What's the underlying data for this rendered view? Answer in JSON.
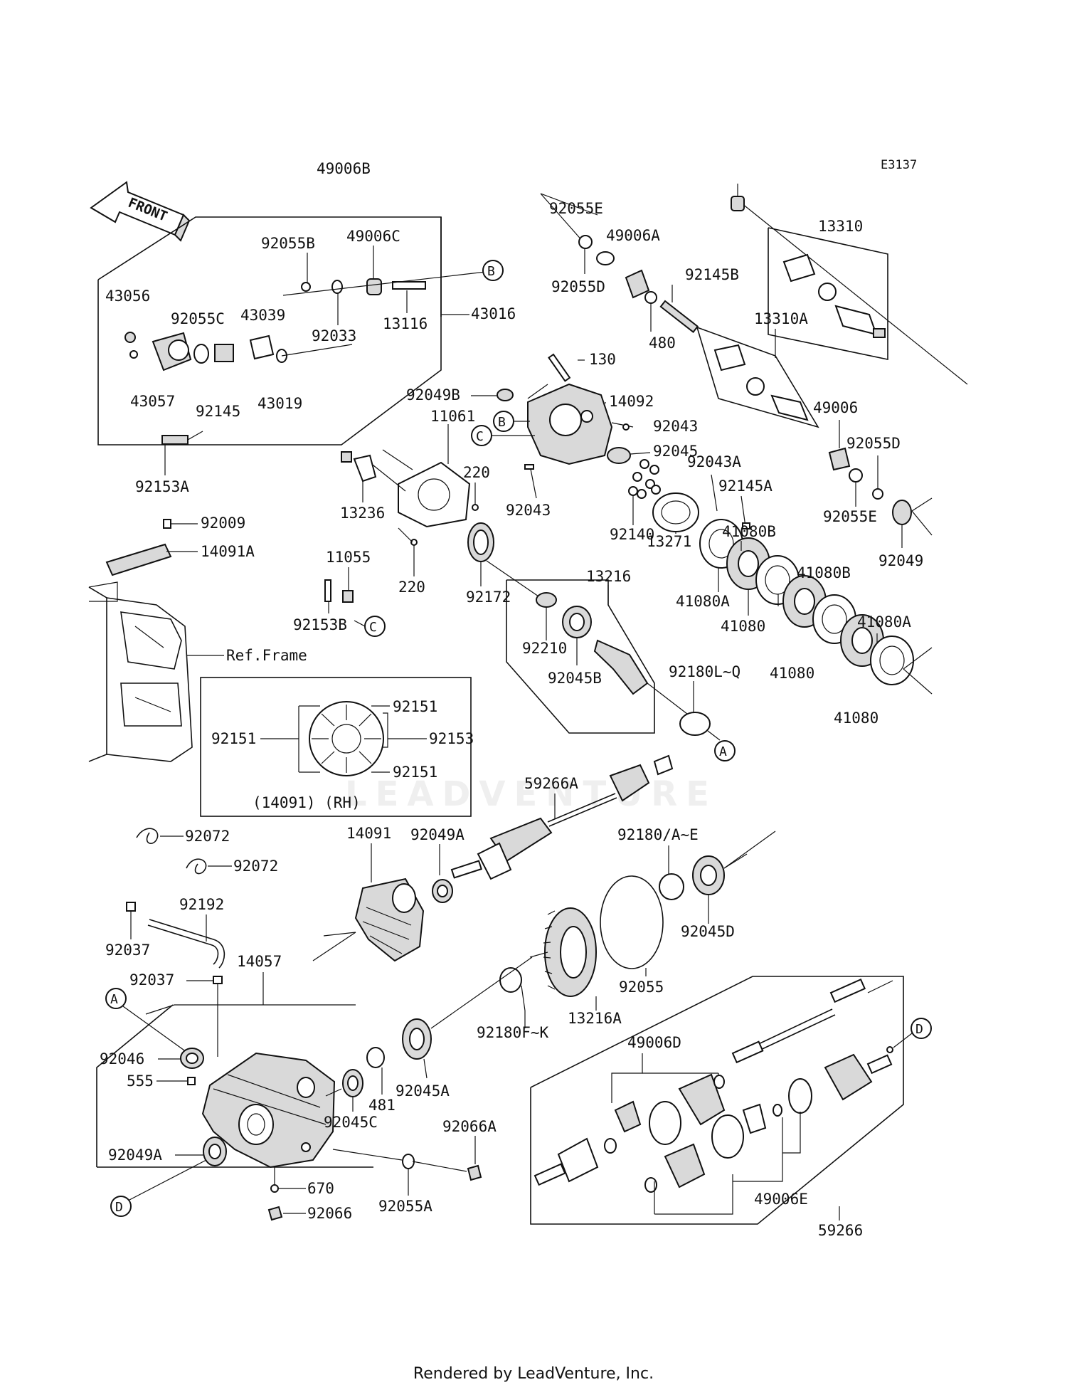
{
  "diagram_code": "E3137",
  "front_arrow": "FRONT",
  "ref_frame": "Ref.Frame",
  "inset_caption": "(14091)  (RH)",
  "watermark": "LEADVENTURE",
  "footer": "Rendered by LeadVenture, Inc.",
  "callouts": [
    "A",
    "B",
    "C",
    "D"
  ],
  "part_labels": {
    "p49006B": "49006B",
    "p13310": "13310",
    "p92055E_top": "92055E",
    "p49006A": "49006A",
    "p92145B": "92145B",
    "p92055D_top": "92055D",
    "p480": "480",
    "p13310A": "13310A",
    "p92055B": "92055B",
    "p49006C": "49006C",
    "p43056": "43056",
    "p92055C": "92055C",
    "p43039": "43039",
    "p92033": "92033",
    "p13116": "13116",
    "p43016": "43016",
    "p43057": "43057",
    "p92145": "92145",
    "p43019": "43019",
    "p92153A": "92153A",
    "p130": "130",
    "p92049B": "92049B",
    "p14092": "14092",
    "p92043_r": "92043",
    "p92045": "92045",
    "p92043_b": "92043",
    "p11061": "11061",
    "p220_t": "220",
    "p13236": "13236",
    "p220_b": "220",
    "p49006": "49006",
    "p92055D_r": "92055D",
    "p92055E_r": "92055E",
    "p92049": "92049",
    "p92043A": "92043A",
    "p92145A": "92145A",
    "p92140": "92140",
    "p13271": "13271",
    "p41080B_1": "41080B",
    "p41080B_2": "41080B",
    "p41080A_1": "41080A",
    "p41080_1": "41080",
    "p41080A_2": "41080A",
    "p41080_2": "41080",
    "p41080_3": "41080",
    "p92009": "92009",
    "p14091A": "14091A",
    "p11055": "11055",
    "p92153B": "92153B",
    "p92172": "92172",
    "p13216": "13216",
    "p92210": "92210",
    "p92045B": "92045B",
    "p92180LQ": "92180L~Q",
    "p92151_t": "92151",
    "p92151_l": "92151",
    "p92153": "92153",
    "p92151_b": "92151",
    "p59266A": "59266A",
    "p92072_1": "92072",
    "p92072_2": "92072",
    "p14091": "14091",
    "p92049A_t": "92049A",
    "p92180AE": "92180/A~E",
    "p92045D": "92045D",
    "p92192": "92192",
    "p92037_1": "92037",
    "p14057": "14057",
    "p92037_2": "92037",
    "p92055": "92055",
    "p13216A": "13216A",
    "p92180FK": "92180F~K",
    "p92046": "92046",
    "p555": "555",
    "p481": "481",
    "p92045A": "92045A",
    "p92045C": "92045C",
    "p92066A": "92066A",
    "p92049A_b": "92049A",
    "p670": "670",
    "p92066": "92066",
    "p92055A": "92055A",
    "p49006D": "49006D",
    "p49006E": "49006E",
    "p59266": "59266"
  }
}
